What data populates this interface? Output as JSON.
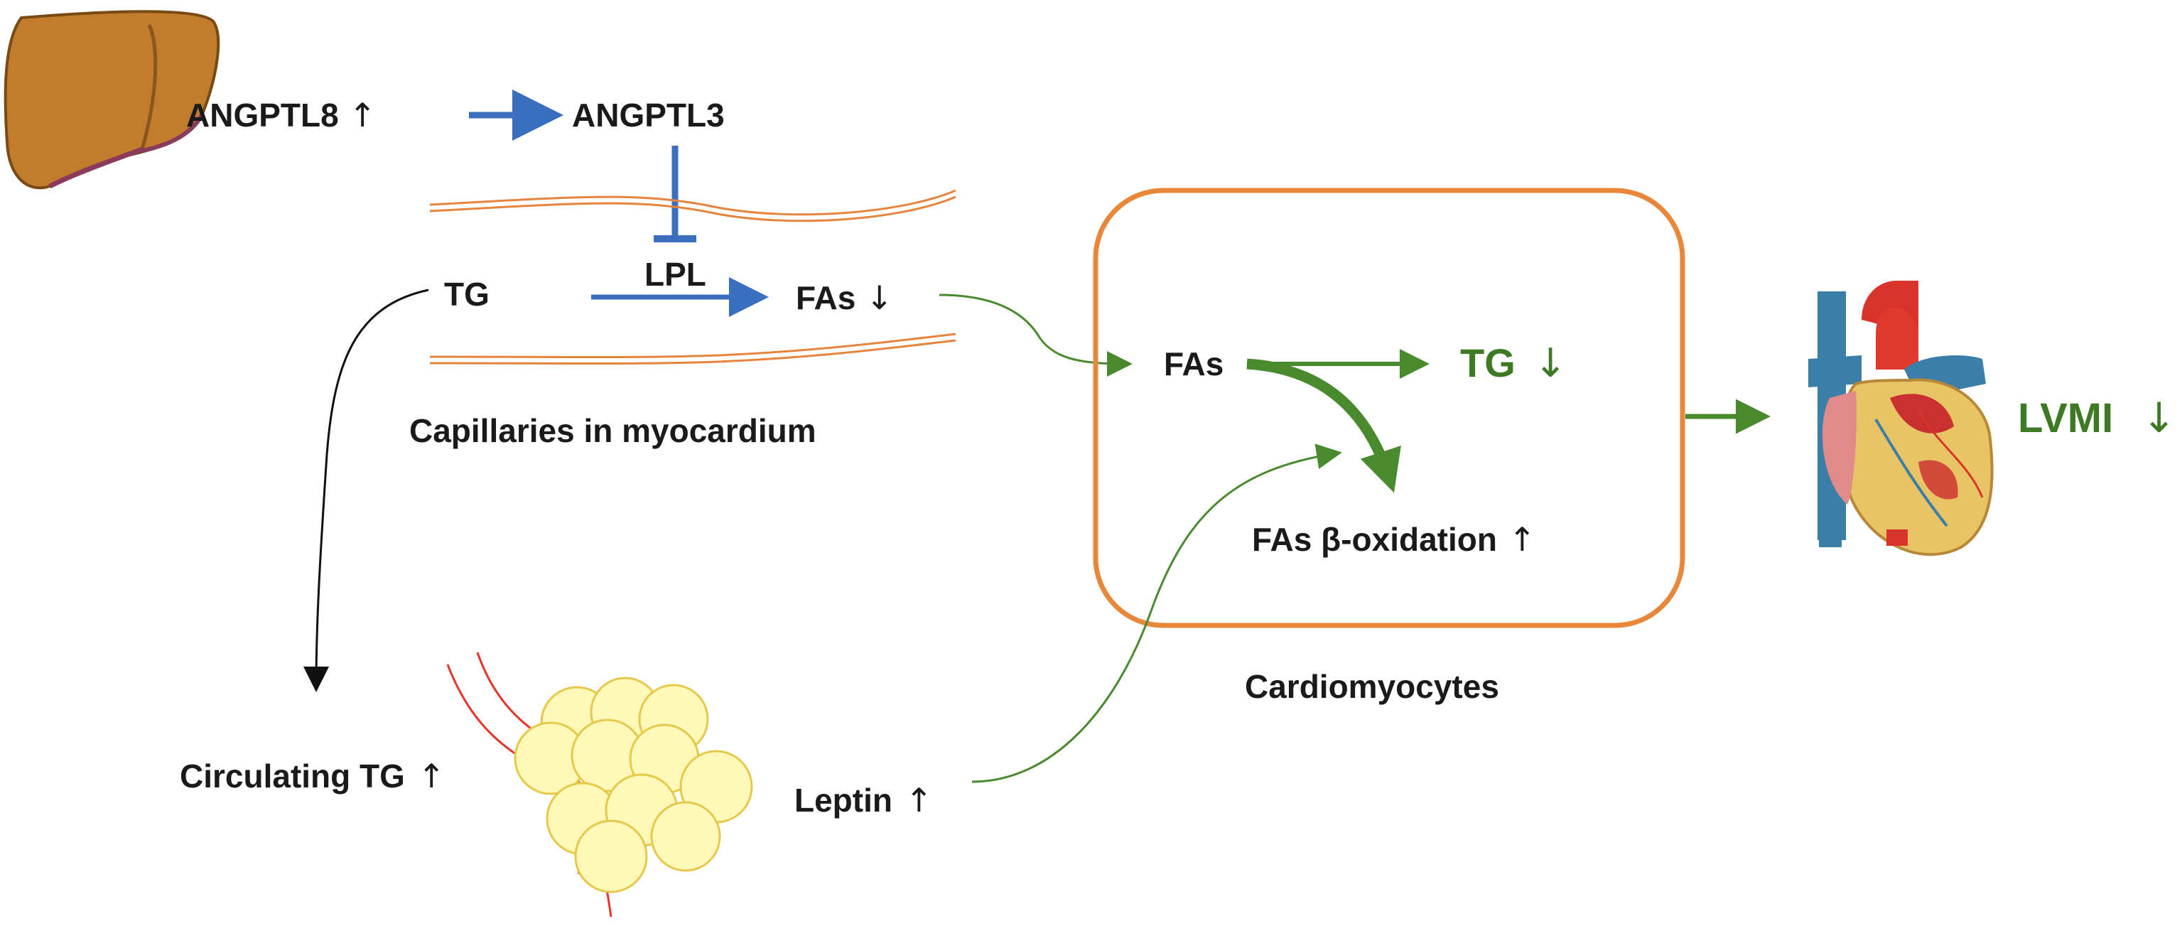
{
  "labels": {
    "angptl8": "ANGPTL8",
    "angptl3": "ANGPTL3",
    "lpl": "LPL",
    "tg_capillary": "TG",
    "fas_capillary": "FAs",
    "capillaries": "Capillaries in myocardium",
    "fas_cell": "FAs",
    "tg_cell": "TG",
    "beta_oxidation": "FAs β-oxidation",
    "cardiomyocytes": "Cardiomyocytes",
    "lvmi": "LVMI",
    "circulating_tg": "Circulating TG",
    "leptin": "Leptin"
  },
  "indicators": {
    "up": "↑",
    "down": "↓"
  },
  "colors": {
    "blue_arrow": "#3a6fc0",
    "green_arrow": "#4a8a2e",
    "capillary": "#e5843c",
    "cell_border": "#e8873a",
    "liver": "#c27d2c",
    "adipocyte_fill": "#fff8b8",
    "adipocyte_stroke": "#e6c84a",
    "vessel_red": "#e8332a",
    "green_text": "#3e7a24"
  },
  "icons": [
    "liver-icon",
    "adipose-tissue-icon",
    "heart-icon"
  ]
}
